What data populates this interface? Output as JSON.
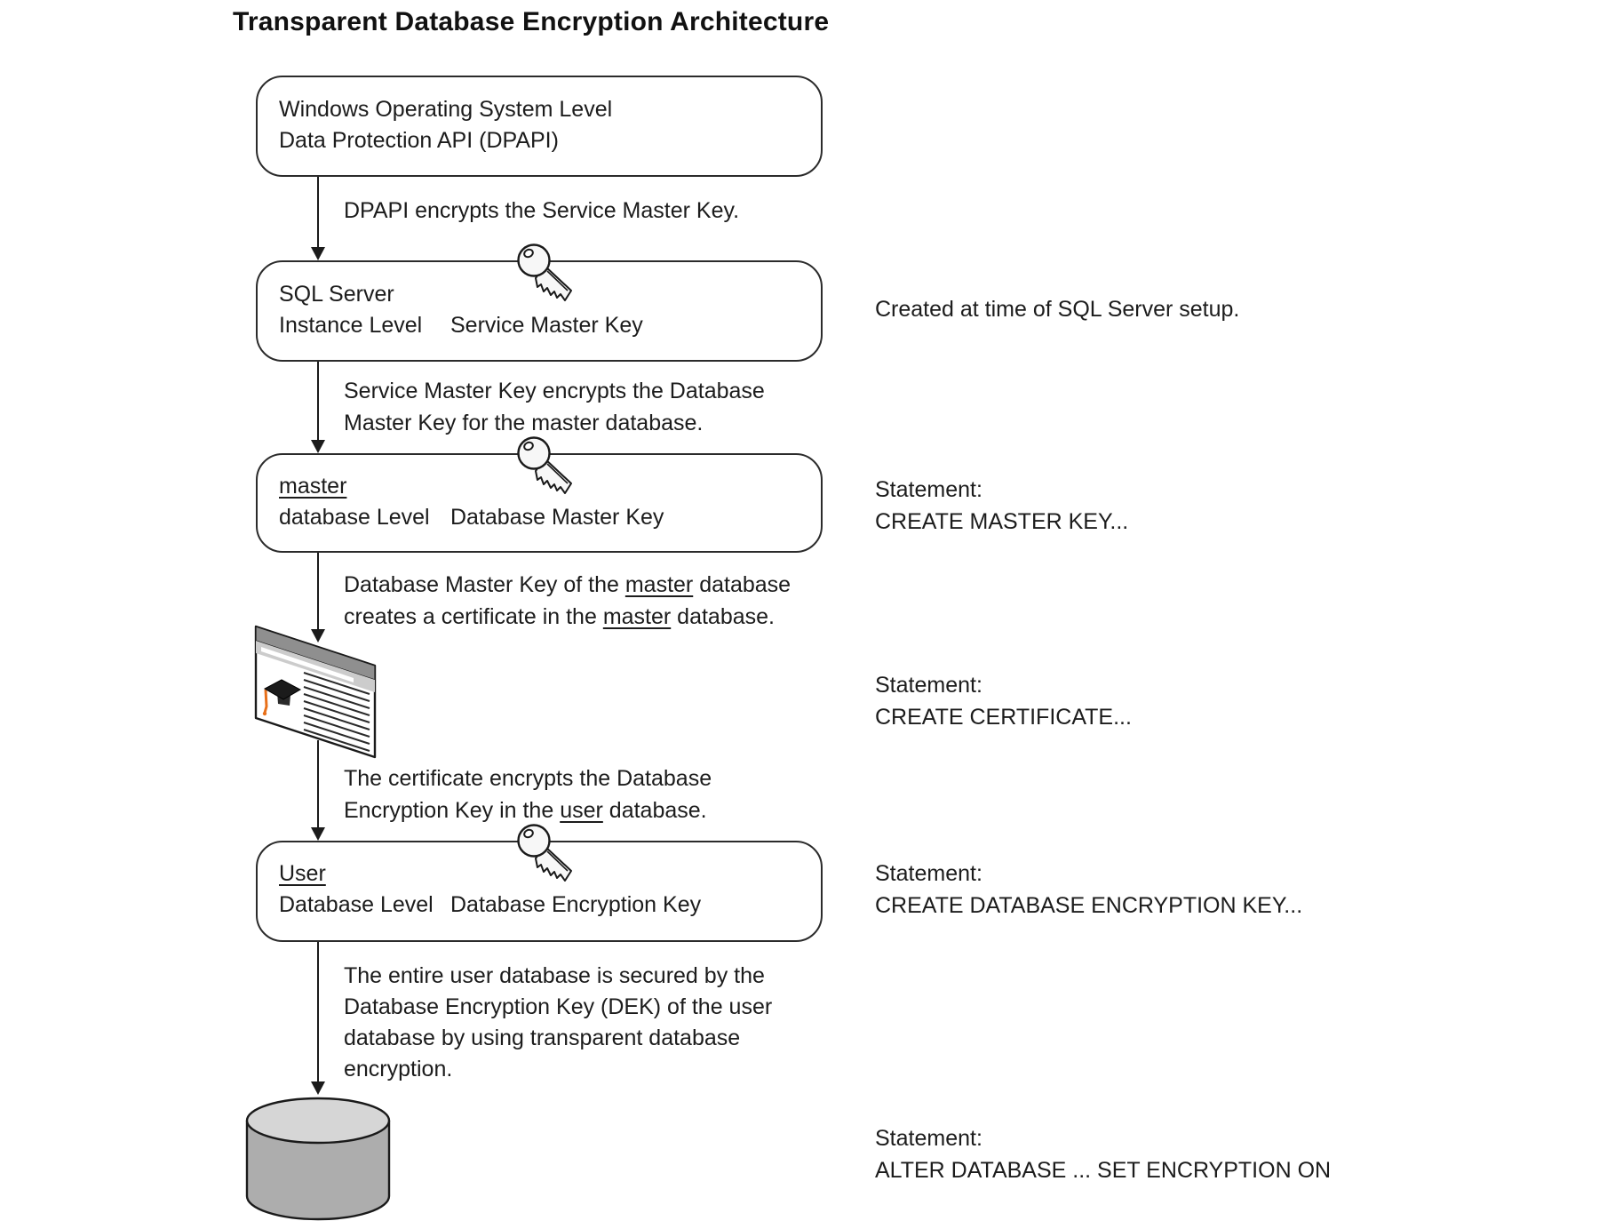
{
  "title": "Transparent Database Encryption Architecture",
  "boxes": {
    "windows": {
      "line1": "Windows Operating System Level",
      "line2": "Data Protection API (DPAPI)"
    },
    "sql_instance": {
      "line1": "SQL Server",
      "line2": "Instance Level",
      "key_label": "Service Master Key"
    },
    "master_db": {
      "name": "master",
      "line2": "database Level",
      "key_label": "Database Master Key"
    },
    "user_db": {
      "name": "User",
      "line2": "Database Level",
      "key_label": "Database Encryption Key"
    }
  },
  "flow_labels": {
    "dpapi": "DPAPI encrypts the Service Master Key.",
    "smk": {
      "line1": "Service Master Key encrypts the Database",
      "line2": "Master Key for the master database."
    },
    "dmk": {
      "line1_pre": "Database Master Key of the ",
      "line1_u": "master",
      "line1_post": " database",
      "line2_pre": "creates a certificate in the ",
      "line2_u": "master",
      "line2_post": " database."
    },
    "cert": {
      "line1": "The certificate encrypts the Database",
      "line2_pre": "Encryption Key in the ",
      "line2_u": "user",
      "line2_post": " database."
    },
    "dek": {
      "line1": "The entire user database is secured by the",
      "line2": "Database Encryption Key (DEK) of the user",
      "line3": "database by using transparent database",
      "line4": "encryption."
    }
  },
  "annotations": {
    "setup": "Created at time of SQL Server setup.",
    "statement_label": "Statement:",
    "create_master_key": "CREATE MASTER KEY...",
    "create_certificate": "CREATE CERTIFICATE...",
    "create_dek": "CREATE DATABASE ENCRYPTION KEY...",
    "alter_database": "ALTER DATABASE ... SET ENCRYPTION ON"
  },
  "icons": {
    "key": "key-icon",
    "certificate": "certificate-icon",
    "database": "database-cylinder-icon"
  },
  "colors": {
    "text": "#1c1c1c",
    "box_border": "#2b2b2b",
    "arrow": "#1b1b1b",
    "cert_band_dark": "#8f8f8f",
    "cert_band_light": "#cccccc",
    "tassel_orange": "#e8701a",
    "cylinder_body": "#adadad",
    "cylinder_top": "#d6d6d6"
  }
}
